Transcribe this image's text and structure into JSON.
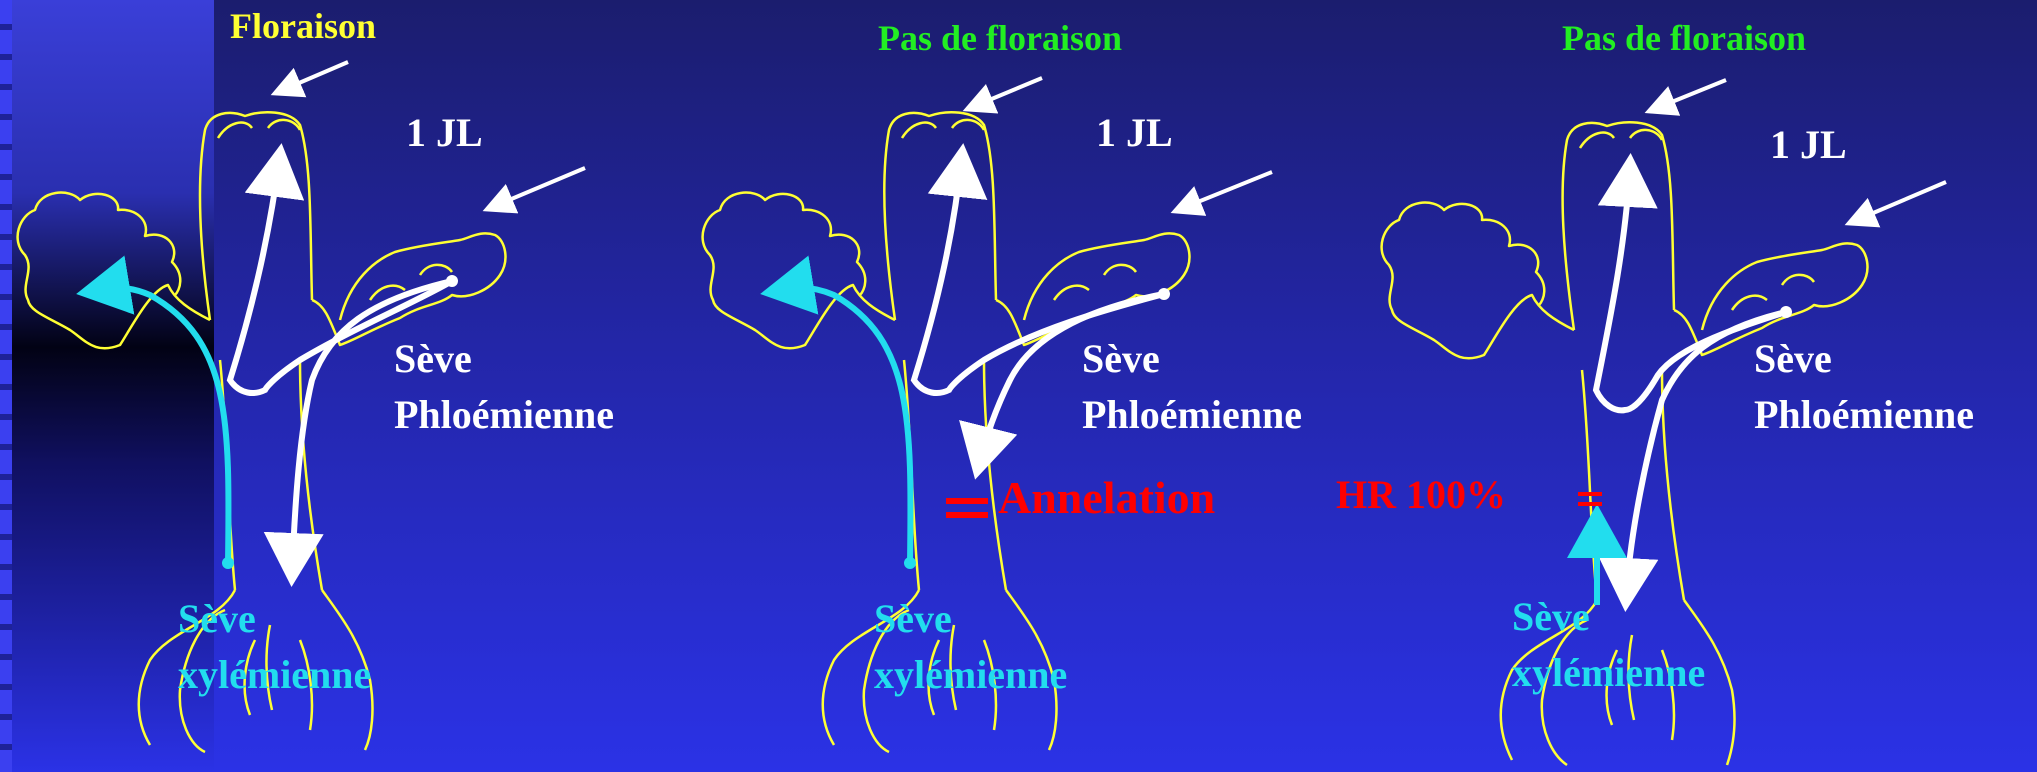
{
  "panels": [
    {
      "top_label": "Floraison",
      "jl_label": "1 JL",
      "phloem_label_1": "Sève",
      "phloem_label_2": "Phloémienne",
      "xylem_label_1": "Sève",
      "xylem_label_2": "xylémienne"
    },
    {
      "top_label": "Pas de floraison",
      "jl_label": "1 JL",
      "phloem_label_1": "Sève",
      "phloem_label_2": "Phloémienne",
      "xylem_label_1": "Sève",
      "xylem_label_2": "xylémienne",
      "treatment_label": "Annelation"
    },
    {
      "top_label": "Pas de floraison",
      "jl_label": "1 JL",
      "phloem_label_1": "Sève",
      "phloem_label_2": "Phloémienne",
      "xylem_label_1": "Sève",
      "xylem_label_2": "xylémienne",
      "treatment_label": "HR 100%"
    }
  ],
  "colors": {
    "outline": "#ffff33",
    "phloem_arrow": "#ffffff",
    "xylem_arrow": "#22ddee",
    "treatment": "#ff0000"
  }
}
